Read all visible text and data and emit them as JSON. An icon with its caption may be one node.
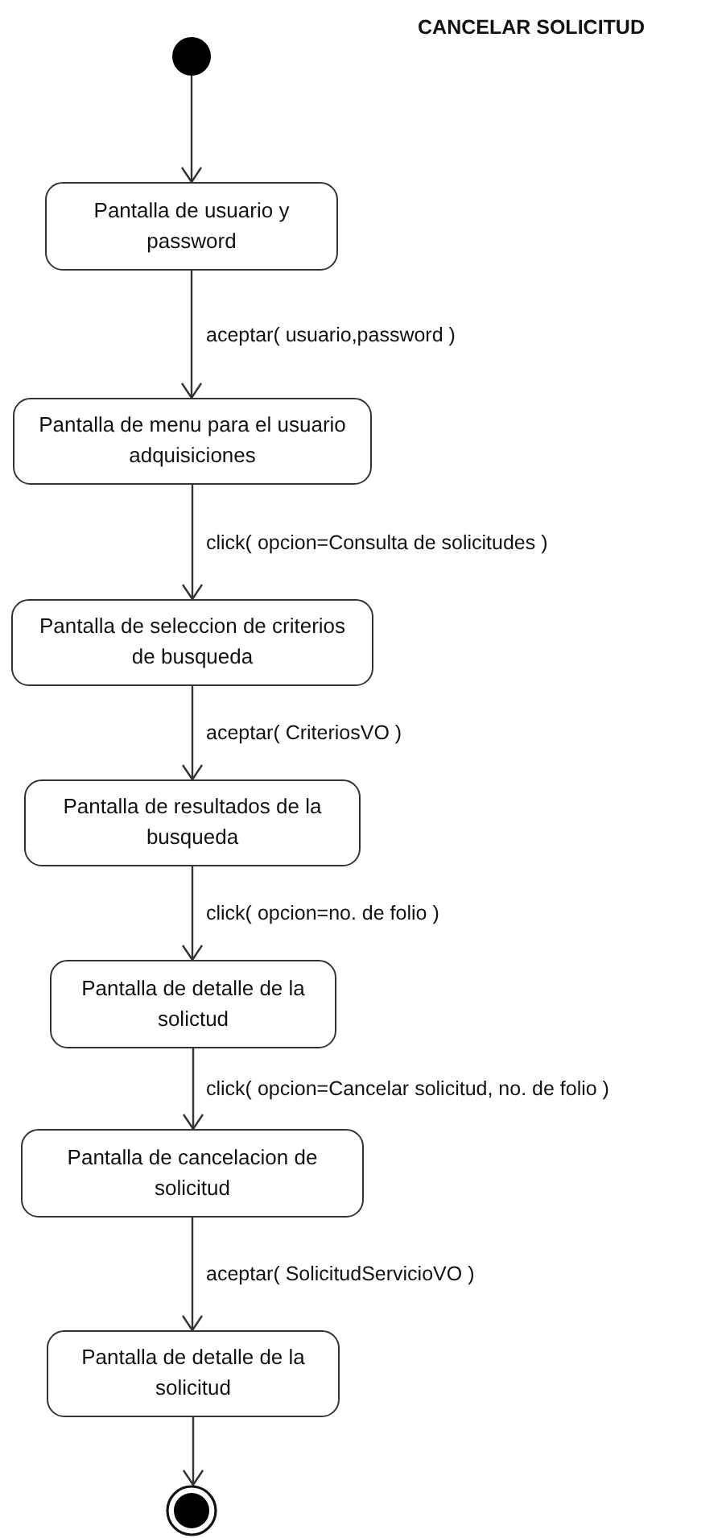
{
  "diagram": {
    "title": "CANCELAR SOLICITUD",
    "nodes": [
      {
        "text": [],
        "shape": "circle"
      },
      {
        "text": [
          "Pantalla de usuario y password"
        ]
      },
      {
        "text": [
          "Pantalla de menu para el usuario adquisiciones"
        ]
      },
      {
        "text": [
          "Pantalla de seleccion de criterios de busqueda"
        ]
      },
      {
        "text": [
          "Pantalla de resultados de la busqueda"
        ]
      },
      {
        "text": [
          "Pantalla de detalle de la solictud"
        ]
      },
      {
        "text": [
          "Pantalla de cancelacion de solicitud"
        ]
      },
      {
        "text": [
          "Pantalla de detalle de la solicitud"
        ]
      },
      {
        "text": [],
        "shape": "circle"
      }
    ],
    "edges": [
      {
        "from": 0,
        "to": 1,
        "arrow": "to"
      },
      {
        "from": 1,
        "to": 2,
        "arrow": "to",
        "label": "aceptar( usuario,password )"
      },
      {
        "from": 2,
        "to": 3,
        "arrow": "to",
        "label": "click( opcion=Consulta de solicitudes )"
      },
      {
        "from": 3,
        "to": 4,
        "arrow": "to",
        "label": "aceptar( CriteriosVO )"
      },
      {
        "from": 4,
        "to": 5,
        "arrow": "to",
        "label": "click( opcion=no. de folio )"
      },
      {
        "from": 5,
        "to": 6,
        "arrow": "to",
        "label": "click( opcion=Cancelar solicitud, no. de folio )"
      },
      {
        "from": 6,
        "to": 7,
        "arrow": "to",
        "label": "aceptar( SolicitudServicioVO )"
      },
      {
        "from": 7,
        "to": 8,
        "arrow": "to"
      }
    ]
  }
}
